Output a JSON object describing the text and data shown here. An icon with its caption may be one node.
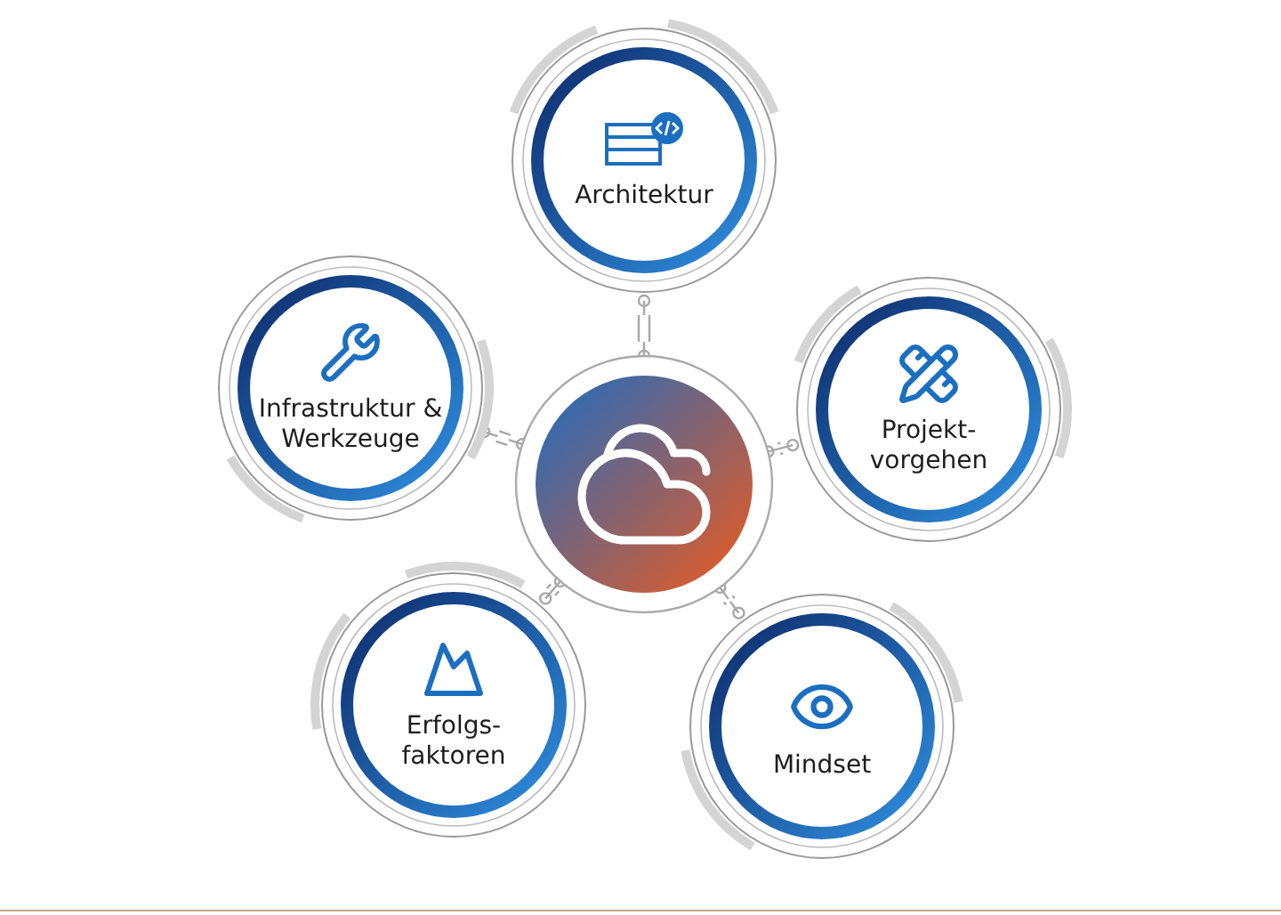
{
  "diagram": {
    "nodes": [
      {
        "text": [
          "Architektur"
        ]
      },
      {
        "text": [
          "Infrastruktur & Werkzeuge"
        ]
      },
      {
        "text": [
          "Projekt- vorgehen"
        ]
      },
      {
        "text": [],
        "shape": "circle"
      },
      {
        "text": [
          "Erfolgs- faktoren"
        ]
      },
      {
        "text": [
          "Mindset"
        ]
      }
    ],
    "edges": [
      {
        "from": 3,
        "to": 0,
        "arrow": "none"
      },
      {
        "from": 3,
        "to": 1,
        "arrow": "none"
      },
      {
        "from": 3,
        "to": 2,
        "arrow": "none"
      },
      {
        "from": 3,
        "to": 4,
        "arrow": "none"
      },
      {
        "from": 3,
        "to": 5,
        "arrow": "none"
      }
    ]
  }
}
